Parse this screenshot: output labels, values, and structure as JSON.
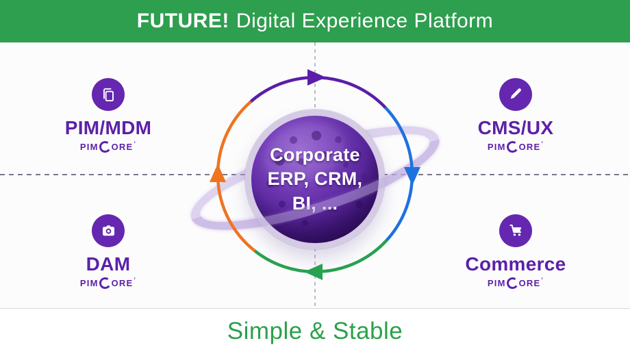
{
  "header": {
    "title_bold": "FUTURE!",
    "title_rest": "Digital Experience Platform"
  },
  "quadrants": [
    {
      "id": "pim-mdm",
      "label": "PIM/MDM",
      "icon": "copy-icon",
      "position": "top-left"
    },
    {
      "id": "cms-ux",
      "label": "CMS/UX",
      "icon": "pencil-icon",
      "position": "top-right"
    },
    {
      "id": "dam",
      "label": "DAM",
      "icon": "camera-icon",
      "position": "bottom-left"
    },
    {
      "id": "commerce",
      "label": "Commerce",
      "icon": "cart-icon",
      "position": "bottom-right"
    }
  ],
  "branding": {
    "wordmark_pre": "PIM",
    "wordmark_post": "ORE",
    "trademark": "’"
  },
  "center": {
    "text": "Corporate\nERP, CRM,\nBI, ..."
  },
  "footer": {
    "caption": "Simple & Stable"
  },
  "colors": {
    "header_bg": "#2E9E4F",
    "footer_green": "#2BA14B",
    "accent_purple": "#5C21A8",
    "icon_badge_bg": "#6527B0",
    "arc_top": "#5A1EA8",
    "arc_right": "#1E72E0",
    "arc_bottom": "#28A150",
    "arc_left": "#EF7420",
    "planet_ring": "#BDAAE0",
    "guide_dash": "#7B7488"
  }
}
